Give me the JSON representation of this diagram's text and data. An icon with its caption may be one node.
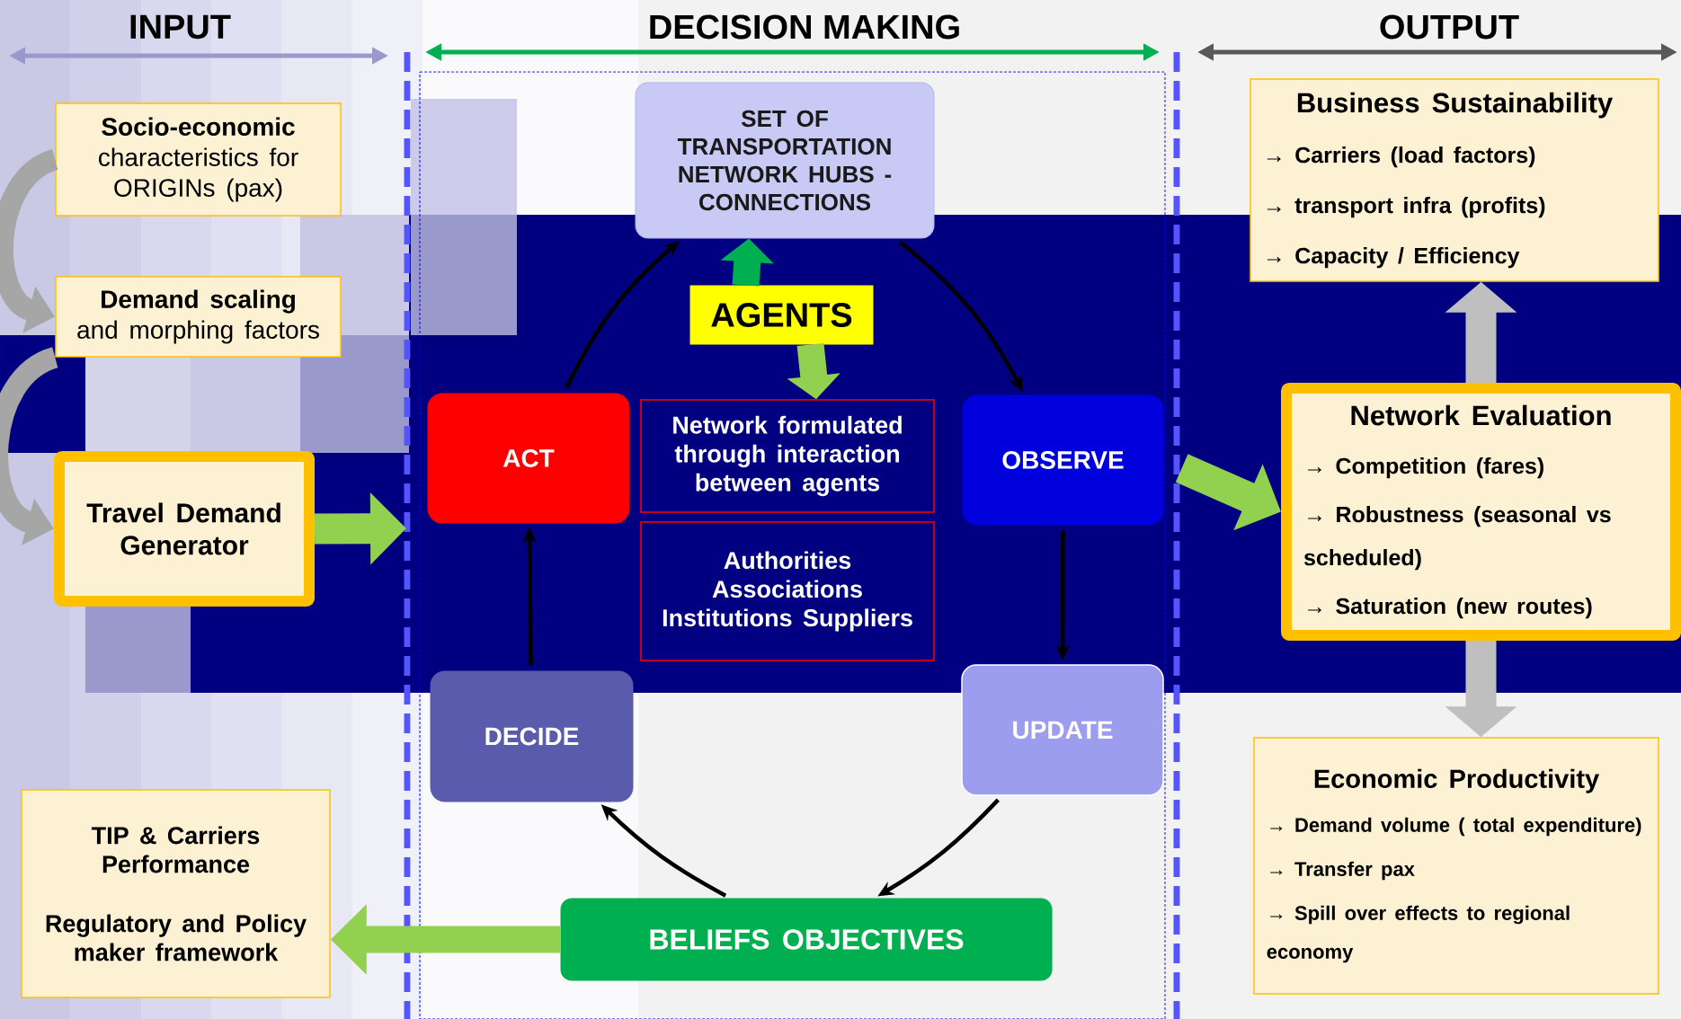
{
  "diagram": {
    "nodes": [
      {
        "text": [
          "Socio-economic",
          "characteristics for ORIGINs (pax)"
        ]
      },
      {
        "text": [
          "Demand scaling",
          "and morphing factors"
        ]
      },
      {
        "text": [
          "Travel Demand Generator"
        ]
      },
      {
        "text": [
          "TIP & Carriers Performance",
          "Regulatory and Policy maker framework"
        ]
      },
      {
        "text": [
          "SET OF TRANSPORTATION NETWORK HUBS - CONNECTIONS"
        ]
      },
      {
        "text": [
          "AGENTS"
        ]
      },
      {
        "text": [
          "ACT"
        ]
      },
      {
        "text": [
          "Network formulated through interaction between agents"
        ]
      },
      {
        "text": [
          "Authorities Associations Institutions Suppliers"
        ]
      },
      {
        "text": [
          "OBSERVE"
        ]
      },
      {
        "text": [
          "DECIDE"
        ]
      },
      {
        "text": [
          "UPDATE"
        ]
      },
      {
        "text": [
          "BELIEFS OBJECTIVES"
        ]
      },
      {
        "text": [
          "Business Sustainability",
          "→ Carriers (load factors)",
          "→ transport infra (profits)",
          "→ Capacity / Efficiency"
        ]
      },
      {
        "text": [
          "Network Evaluation",
          "→ Competition (fares)",
          "→ Robustness (seasonal vs scheduled)",
          "→ Saturation (new routes)"
        ]
      },
      {
        "text": [
          "Economic Productivity",
          "→ Demand volume ( total expenditure)",
          "→ Transfer pax",
          "→ Spill over effects to regional economy"
        ]
      }
    ],
    "edges": [
      {
        "from": 0,
        "to": 1,
        "arrow": "to",
        "color": "#a6a6a6"
      },
      {
        "from": 1,
        "to": 2,
        "arrow": "to",
        "color": "#a6a6a6"
      },
      {
        "from": 2,
        "to": null,
        "arrow": "to",
        "color": "#92d050"
      },
      {
        "from": 10,
        "to": 6,
        "arrow": "to"
      },
      {
        "from": 6,
        "to": 4,
        "arrow": "to"
      },
      {
        "from": 4,
        "to": 9,
        "arrow": "to"
      },
      {
        "from": 9,
        "to": 11,
        "arrow": "to"
      },
      {
        "from": 11,
        "to": 12,
        "arrow": "to"
      },
      {
        "from": 12,
        "to": 10,
        "arrow": "to"
      },
      {
        "from": 12,
        "to": 3,
        "arrow": "to",
        "color": "#92d050"
      },
      {
        "from": 5,
        "to": 4,
        "arrow": "to",
        "color": "#00b050"
      },
      {
        "from": 5,
        "to": 7,
        "arrow": "to",
        "color": "#92d050"
      },
      {
        "from": 9,
        "to": 14,
        "arrow": "to",
        "color": "#92d050"
      },
      {
        "from": 14,
        "to": 13,
        "arrow": "to",
        "color": "#bfbfbf"
      },
      {
        "from": 14,
        "to": 15,
        "arrow": "to",
        "color": "#bfbfbf"
      }
    ],
    "labels": [
      "INPUT",
      "DECISION MAKING",
      "OUTPUT"
    ]
  }
}
